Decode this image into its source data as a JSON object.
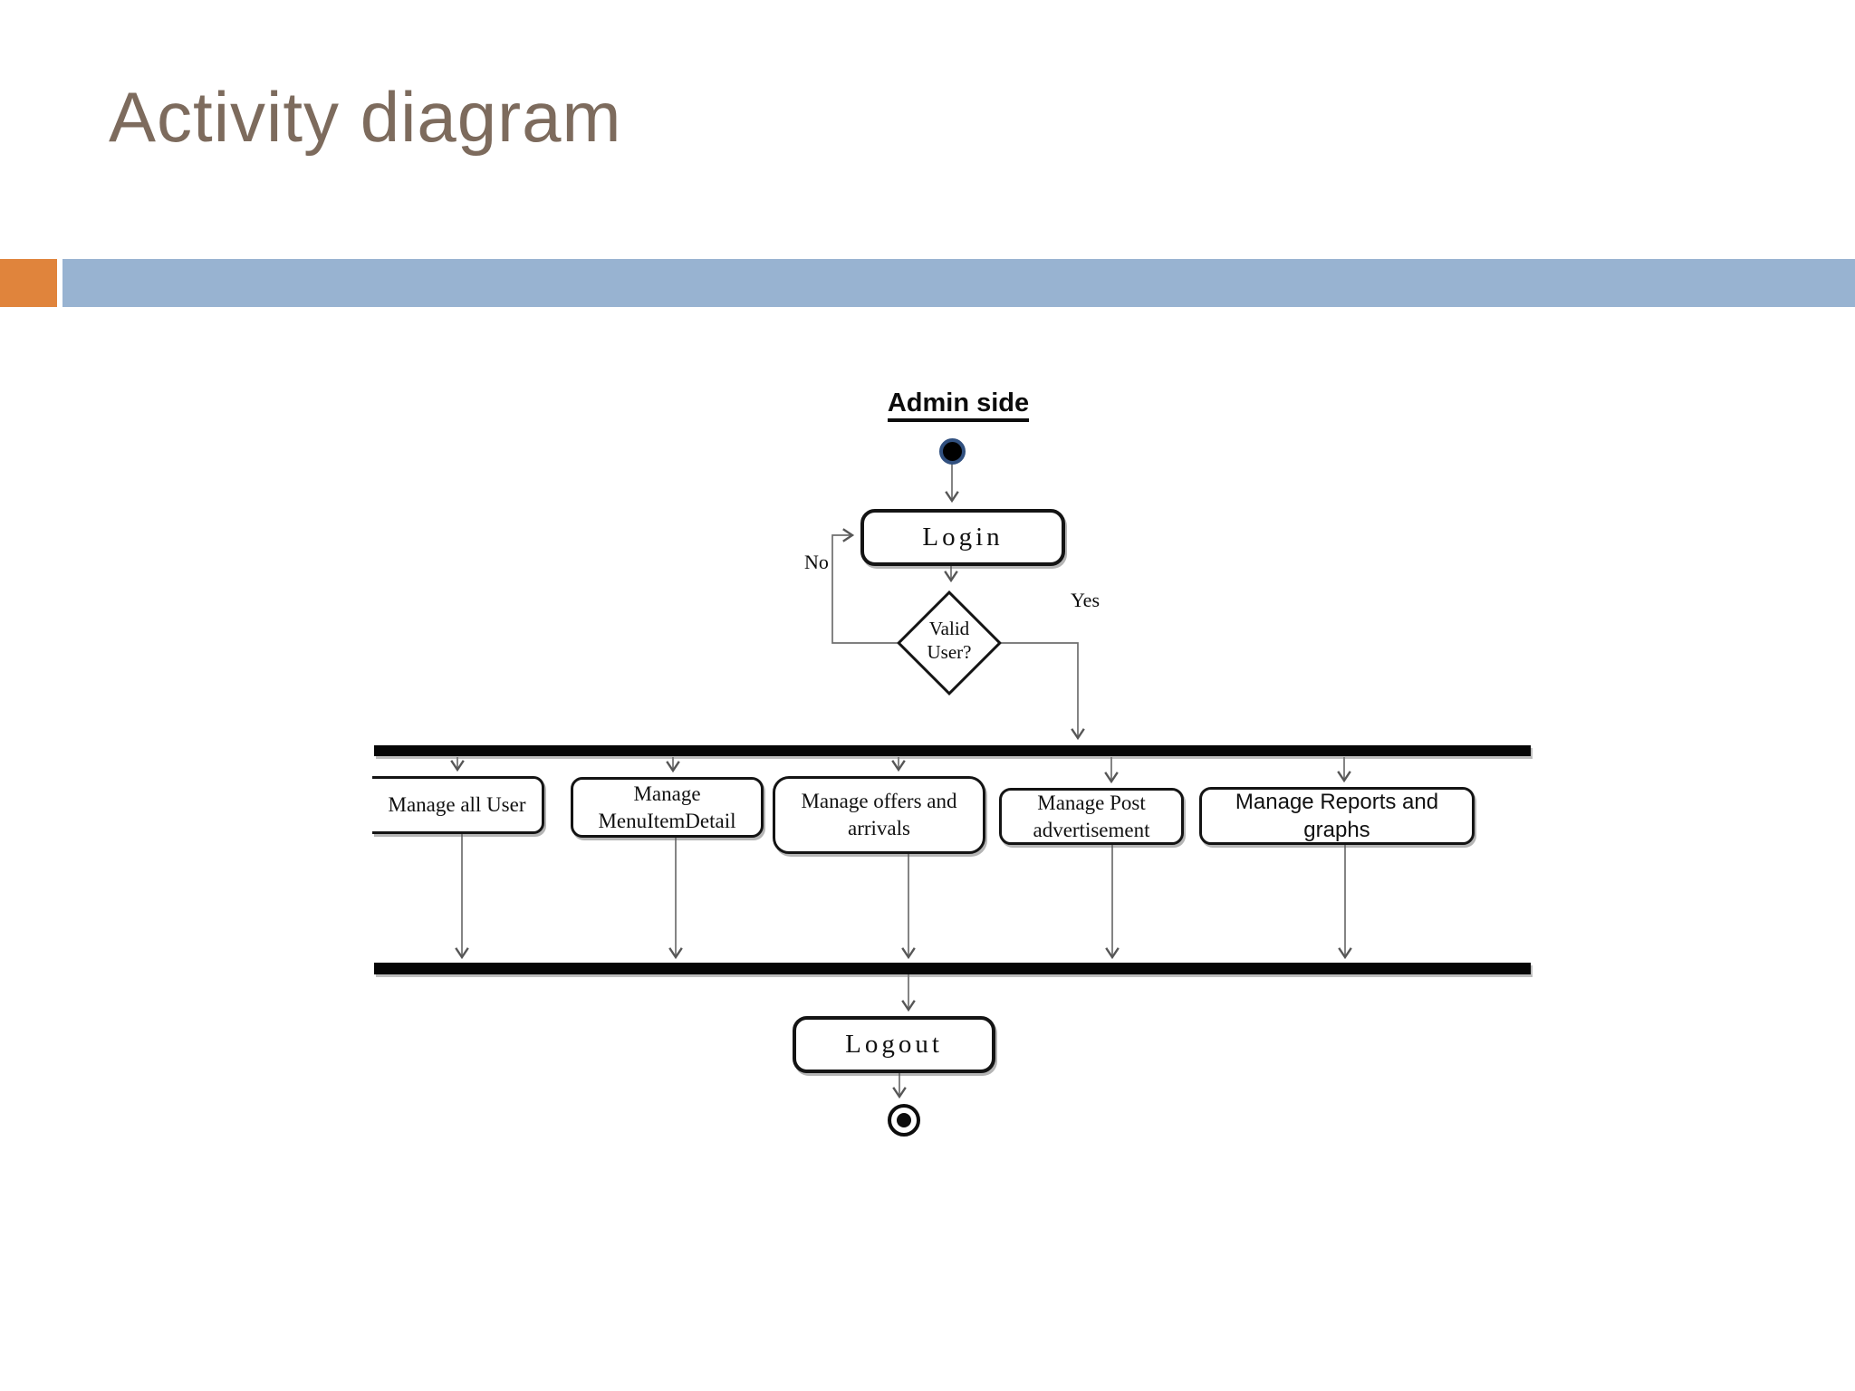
{
  "slide": {
    "title": "Activity diagram",
    "colors": {
      "title_text": "#7d6b5d",
      "accent_orange": "#e0843c",
      "accent_blue": "#98b3d1",
      "diagram_line": "#6e6e6e",
      "shape_border": "#141414"
    }
  },
  "diagram": {
    "heading": "Admin side",
    "login_label": "Login",
    "decision": {
      "line1": "Valid",
      "line2": "User?"
    },
    "no_label": "No",
    "yes_label": "Yes",
    "activities": [
      {
        "lines": [
          "Manage all User"
        ]
      },
      {
        "lines": [
          "Manage",
          "MenuItemDetail"
        ]
      },
      {
        "lines": [
          "Manage offers and",
          "arrivals"
        ]
      },
      {
        "lines": [
          "Manage Post",
          "advertisement"
        ]
      },
      {
        "lines": [
          "Manage Reports and graphs"
        ]
      }
    ],
    "logout_label": "Logout"
  }
}
